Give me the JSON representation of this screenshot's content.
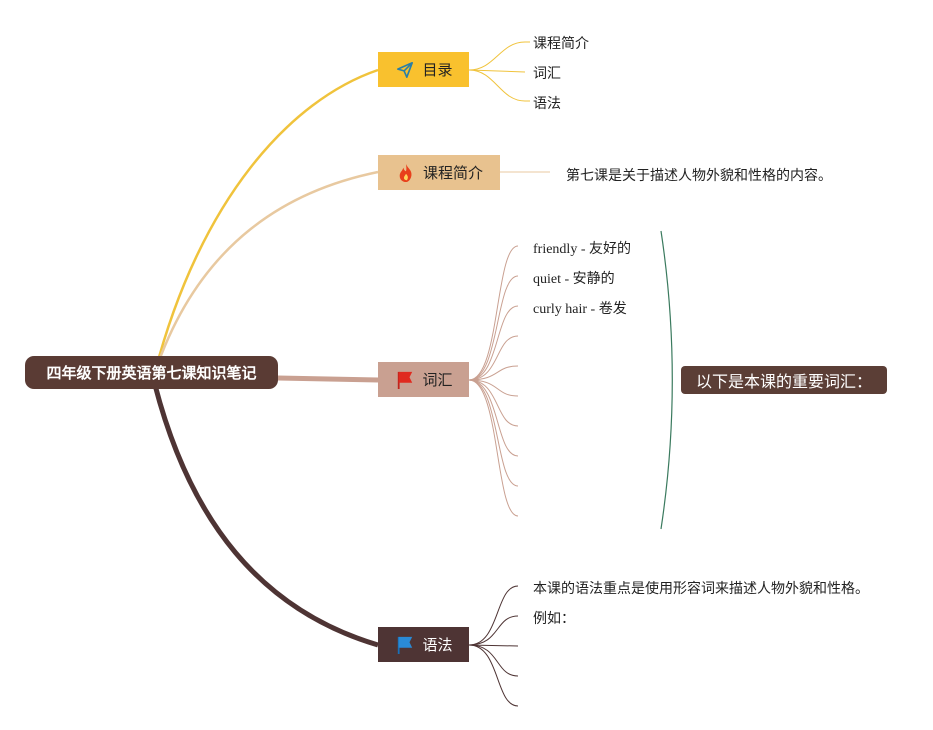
{
  "root": {
    "title": "四年级下册英语第七课知识笔记"
  },
  "branches": {
    "toc": {
      "label": "目录",
      "icon": "paper-plane-icon",
      "color": "#f9c12e",
      "children": [
        "课程简介",
        "词汇",
        "语法"
      ]
    },
    "intro": {
      "label": "课程简介",
      "icon": "fire-icon",
      "color": "#e8c28f",
      "children": [
        "第七课是关于描述人物外貌和性格的内容。"
      ]
    },
    "vocab": {
      "label": "词汇",
      "icon": "red-flag-icon",
      "color": "#c9a091",
      "children": [
        "friendly - 友好的",
        "quiet - 安静的",
        "curly hair - 卷发"
      ],
      "summary": "以下是本课的重要词汇："
    },
    "grammar": {
      "label": "语法",
      "icon": "blue-flag-icon",
      "color": "#4e3434",
      "children": [
        "本课的语法重点是使用形容词来描述人物外貌和性格。",
        "例如："
      ]
    }
  }
}
